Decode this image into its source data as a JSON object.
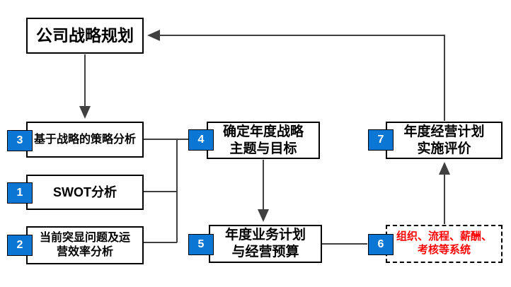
{
  "diagram": {
    "description": "Annual business planning process flowchart",
    "colors": {
      "badge_blue": "#0b76d4",
      "connector_gray": "#404040",
      "box_border": "#000000",
      "highlight_red": "#ff0000",
      "background": "#ffffff"
    },
    "nodes": {
      "strategy_plan": {
        "label": "公司战略规划"
      },
      "node3": {
        "num": "3",
        "label": "基于战略的策略分析"
      },
      "node1": {
        "num": "1",
        "label": "SWOT分析"
      },
      "node2": {
        "num": "2",
        "line1": "当前突显问题及运",
        "line2": "营效率分析"
      },
      "node4": {
        "num": "4",
        "line1": "确定年度战略",
        "line2": "主题与目标"
      },
      "node5": {
        "num": "5",
        "line1": "年度业务计划",
        "line2": "与经营预算"
      },
      "node6": {
        "num": "6",
        "line1": "组织、流程、薪酬、",
        "line2": "考核等系统"
      },
      "node7": {
        "num": "7",
        "line1": "年度经营计划",
        "line2": "实施评价"
      }
    }
  }
}
